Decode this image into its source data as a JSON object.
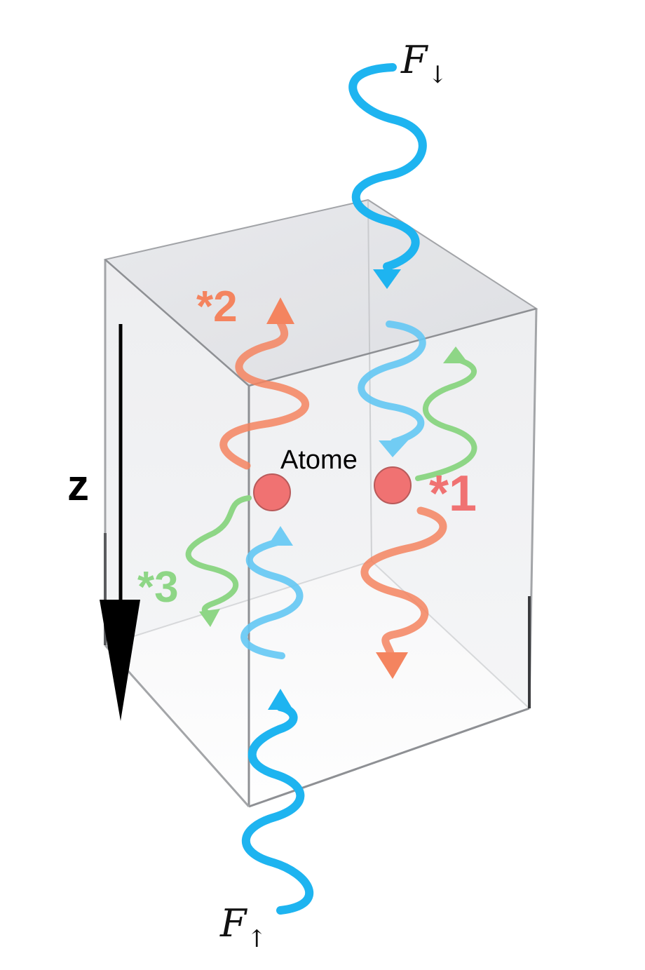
{
  "labels": {
    "flux_down": "F",
    "flux_down_sub": "↓",
    "flux_up": "F",
    "flux_up_sub": "↑",
    "axis": "z",
    "atom": "Atome",
    "process_1": "*1",
    "process_2": "*2",
    "process_3": "*3"
  },
  "colors": {
    "incident_photon": "#1EB4F0",
    "emitted_photon_1": "#F4845F",
    "emitted_photon_2": "#F4845F",
    "emitted_photon_3": "#8ED686",
    "atom": "#F07272",
    "label_1": "#F07272",
    "label_2": "#F4845F",
    "label_3": "#8ED686",
    "box_edge": "#8E9094",
    "axis": "#000000"
  }
}
